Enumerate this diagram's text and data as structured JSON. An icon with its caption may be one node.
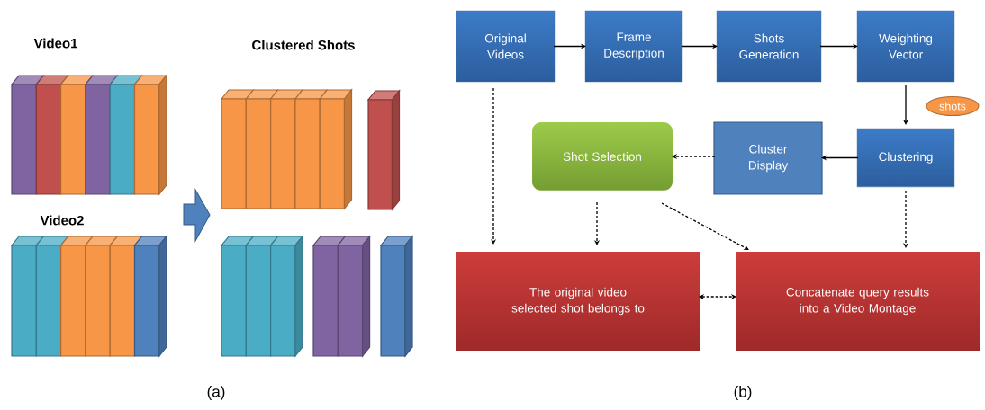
{
  "diagram": {
    "nodes": [
      {
        "text": [
          "Original Videos"
        ]
      },
      {
        "text": [
          "Frame Description"
        ]
      },
      {
        "text": [
          "Shots Generation"
        ]
      },
      {
        "text": [
          "Weighting Vector"
        ]
      },
      {
        "text": [
          "Clustering"
        ]
      },
      {
        "text": [
          "Cluster Display"
        ]
      },
      {
        "text": [
          "Shot Selection"
        ]
      },
      {
        "text": [
          "The original video selected shot belongs to"
        ]
      },
      {
        "text": [
          "Concatenate query results into a Video Montage"
        ]
      }
    ],
    "edges": [
      {
        "from": 0,
        "to": 1,
        "arrow": "to"
      },
      {
        "from": 1,
        "to": 2,
        "arrow": "to"
      },
      {
        "from": 2,
        "to": 3,
        "arrow": "to"
      },
      {
        "from": 3,
        "to": 4,
        "arrow": "to",
        "label": "shots"
      },
      {
        "from": 4,
        "to": 5,
        "arrow": "to"
      },
      {
        "from": 5,
        "to": 6,
        "arrow": "to",
        "style": "dashed"
      },
      {
        "from": 0,
        "to": 7,
        "arrow": "to",
        "style": "dashed"
      },
      {
        "from": 6,
        "to": 7,
        "arrow": "to",
        "style": "dashed"
      },
      {
        "from": 6,
        "to": 8,
        "arrow": "to",
        "style": "dashed"
      },
      {
        "from": 4,
        "to": 8,
        "arrow": "to",
        "style": "dashed"
      },
      {
        "from": 7,
        "to": 8,
        "arrow": "both",
        "style": "dashed"
      }
    ],
    "labels": [
      "Video1",
      "Clustered Shots",
      "Video2",
      "(a)",
      "(b)"
    ]
  }
}
